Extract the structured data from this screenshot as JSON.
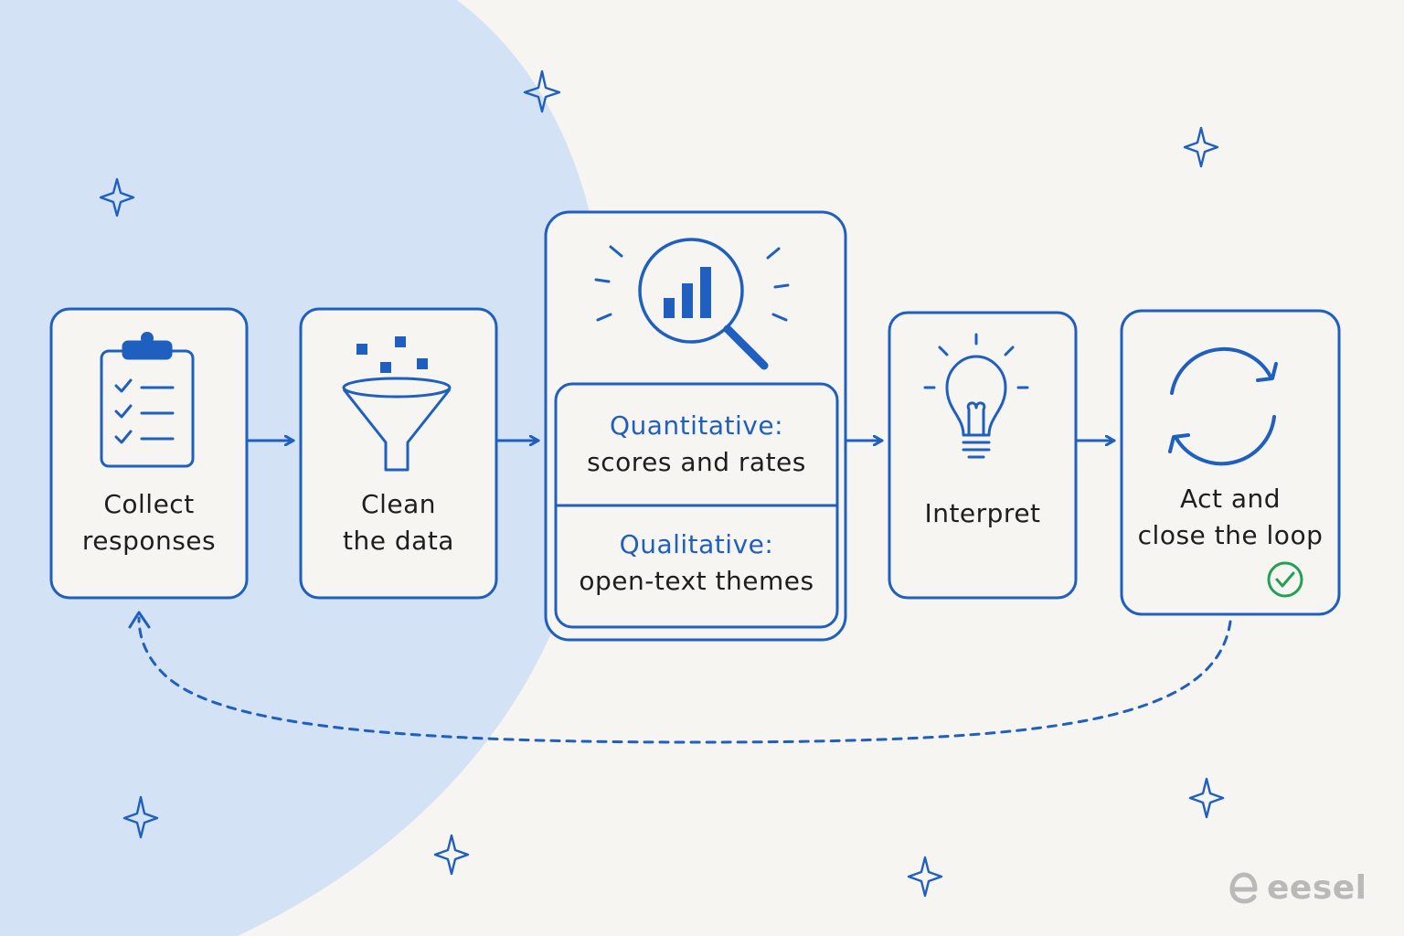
{
  "colors": {
    "background": "#f6f5f1",
    "accent_blue": "#1f5fbf",
    "circle_blue": "#d3e2f4",
    "text_dark": "#1e1e1e",
    "check_green": "#22a055",
    "watermark_gray": "#b9b9b9"
  },
  "steps": [
    {
      "icon": "clipboard-checklist-icon",
      "line1": "Collect",
      "line2": "responses"
    },
    {
      "icon": "funnel-icon",
      "line1": "Clean",
      "line2": "the data"
    },
    {
      "icon": "magnifier-bar-chart-icon",
      "quantitative": {
        "heading": "Quantitative:",
        "text": "scores and rates"
      },
      "qualitative": {
        "heading": "Qualitative:",
        "text": "open-text themes"
      }
    },
    {
      "icon": "lightbulb-icon",
      "line1": "Interpret"
    },
    {
      "icon": "refresh-cycle-icon",
      "line1": "Act and",
      "line2": "close the loop",
      "badge_icon": "check-circle-icon"
    }
  ],
  "feedback_arrow": {
    "style": "dashed",
    "from": "Act and close the loop",
    "to": "Collect responses"
  },
  "decorations": {
    "icon": "sparkle-icon"
  },
  "watermark": {
    "icon": "eesel-logo-icon",
    "text": "eesel"
  }
}
